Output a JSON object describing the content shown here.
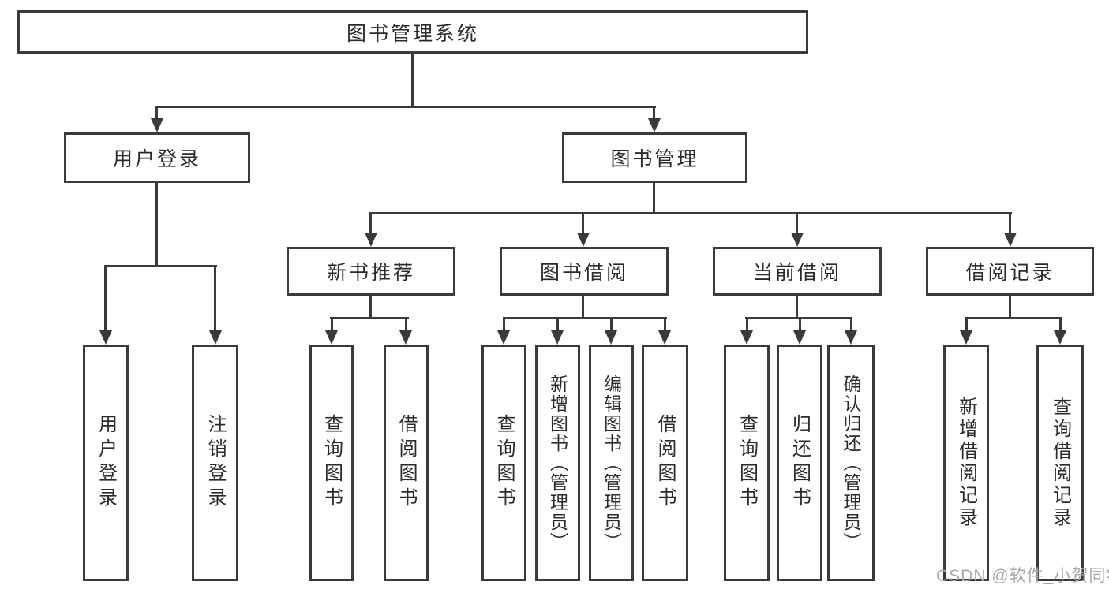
{
  "tree": {
    "root": {
      "label": "图书管理系统"
    },
    "children": [
      {
        "label": "用户登录",
        "children": [
          {
            "label": "用户登录"
          },
          {
            "label": "注销登录"
          }
        ]
      },
      {
        "label": "图书管理",
        "children": [
          {
            "label": "新书推荐",
            "children": [
              {
                "label": "查询图书"
              },
              {
                "label": "借阅图书"
              }
            ]
          },
          {
            "label": "图书借阅",
            "children": [
              {
                "label": "查询图书"
              },
              {
                "label": "新增图书（管理员）"
              },
              {
                "label": "编辑图书（管理员）"
              },
              {
                "label": "借阅图书"
              }
            ]
          },
          {
            "label": "当前借阅",
            "children": [
              {
                "label": "查询图书"
              },
              {
                "label": "归还图书"
              },
              {
                "label": "确认归还（管理员）"
              }
            ]
          },
          {
            "label": "借阅记录",
            "children": [
              {
                "label": "新增借阅记录"
              },
              {
                "label": "查询借阅记录"
              }
            ]
          }
        ]
      }
    ]
  },
  "watermark": {
    "text": "CSDN @软件_小贺同学"
  },
  "colors": {
    "line": "#3a3a3a",
    "box_border": "#3a3a3a",
    "text": "#2b2b2b",
    "watermark": "#a9a9a9",
    "background": "#ffffff"
  }
}
